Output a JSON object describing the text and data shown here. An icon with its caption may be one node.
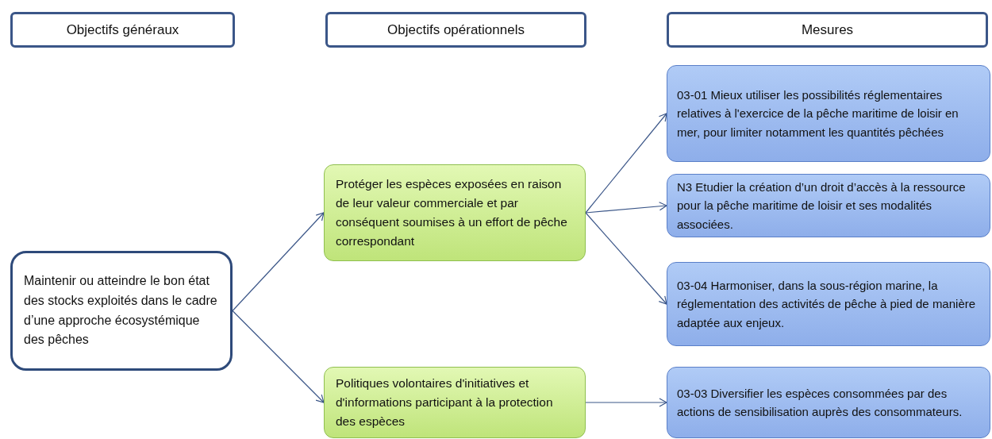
{
  "diagram": {
    "nodes": [
      {
        "text": [
          "Objectifs généraux"
        ]
      },
      {
        "text": [
          "Objectifs opérationnels"
        ]
      },
      {
        "text": [
          "Mesures"
        ]
      },
      {
        "text": [
          "Maintenir ou atteindre le bon état des stocks exploités dans le cadre d’une approche écosystémique des pêches"
        ]
      },
      {
        "text": [
          "Protéger les espèces exposées en raison de leur valeur commerciale et par conséquent soumises à un effort de pêche correspondant"
        ]
      },
      {
        "text": [
          "Politiques volontaires d'initiatives et d'informations participant à la protection des espèces"
        ]
      },
      {
        "text": [
          "03-01 Mieux utiliser les possibilités réglementaires relatives à l'exercice de la pêche maritime de loisir en mer, pour limiter notamment les quantités pêchées"
        ]
      },
      {
        "text": [
          "N3 Etudier la création d’un droit d’accès à la ressource pour la pêche maritime de loisir et ses modalités associées."
        ]
      },
      {
        "text": [
          "03-04 Harmoniser, dans la sous-région marine, la réglementation des activités de pêche à pied de manière adaptée aux enjeux."
        ]
      },
      {
        "text": [
          "03-03 Diversifier les espèces consommées par des actions de sensibilisation auprès des consommateurs."
        ]
      }
    ],
    "edges": [
      {
        "from": 3,
        "to": 4,
        "arrow": "to"
      },
      {
        "from": 3,
        "to": 5,
        "arrow": "to"
      },
      {
        "from": 4,
        "to": 6,
        "arrow": "to"
      },
      {
        "from": 4,
        "to": 7,
        "arrow": "to"
      },
      {
        "from": 4,
        "to": 8,
        "arrow": "to"
      },
      {
        "from": 5,
        "to": 9,
        "arrow": "to"
      }
    ]
  }
}
